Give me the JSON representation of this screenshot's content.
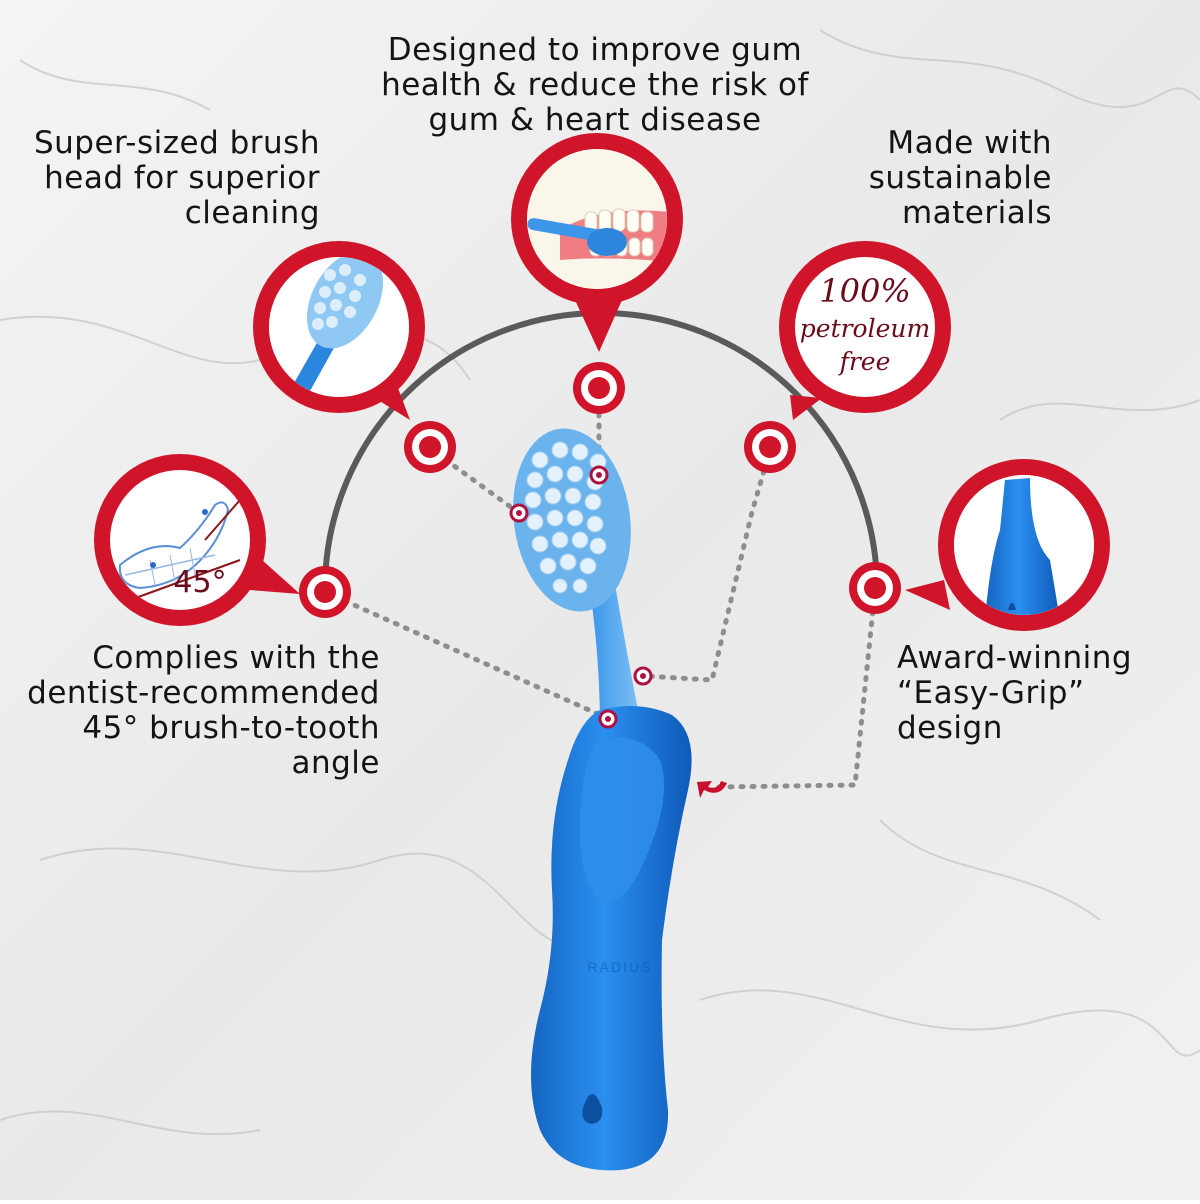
{
  "features": {
    "gum_health": "Designed to improve gum\nhealth & reduce the risk of\ngum & heart disease",
    "brush_head": "Super-sized brush\nhead for superior\ncleaning",
    "sustainable": "Made with\nsustainable\nmaterials",
    "angle": "Complies with the\ndentist-recommended\n45° brush-to-tooth\nangle",
    "grip": "Award-winning\n“Easy-Grip”\ndesign"
  },
  "badges": {
    "petroleum_line1": "100%",
    "petroleum_line2": "petroleum",
    "petroleum_line3": "free",
    "angle_text": "45°",
    "brand_mark": "RADIUS"
  },
  "colors": {
    "accent_red": "#d0142a",
    "toothbrush_blue": "#1a78d6",
    "arc_gray": "#5a5a5a"
  }
}
